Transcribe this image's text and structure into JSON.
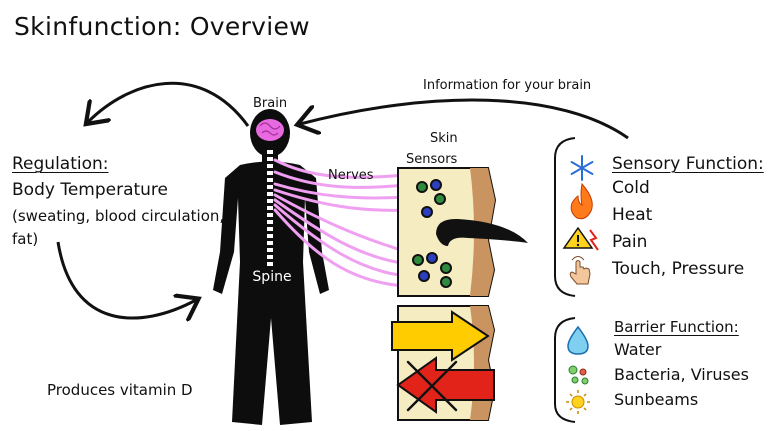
{
  "title": "Skinfunction: Overview",
  "labels": {
    "brain": "Brain",
    "spine": "Spine",
    "nerves": "Nerves",
    "skin": "Skin",
    "sensors": "Sensors",
    "info": "Information for your brain",
    "vitamin": "Produces vitamin D"
  },
  "regulation": {
    "heading": "Regulation:",
    "line1": "Body Temperature",
    "line2": "(sweating, blood circulation,",
    "line3": "fat)"
  },
  "sensory": {
    "heading": "Sensory Function:",
    "items": [
      {
        "label": "Cold",
        "icon": "snowflake-icon"
      },
      {
        "label": "Heat",
        "icon": "flame-icon"
      },
      {
        "label": "Pain",
        "icon": "warning-icon"
      },
      {
        "label": "Touch, Pressure",
        "icon": "hand-touch-icon"
      }
    ]
  },
  "barrier": {
    "heading": "Barrier Function:",
    "items": [
      {
        "label": "Water",
        "icon": "water-drop-icon"
      },
      {
        "label": "Bacteria, Viruses",
        "icon": "bacteria-icon"
      },
      {
        "label": "Sunbeams",
        "icon": "sun-icon"
      }
    ]
  },
  "colors": {
    "nerve": "#f0a0f0",
    "brain": "#e86ae0",
    "skin_fill": "#f5ecc2",
    "skin_edge": "#c9945f",
    "arrow_in": "#ffcc00",
    "arrow_out": "#e2231a"
  }
}
